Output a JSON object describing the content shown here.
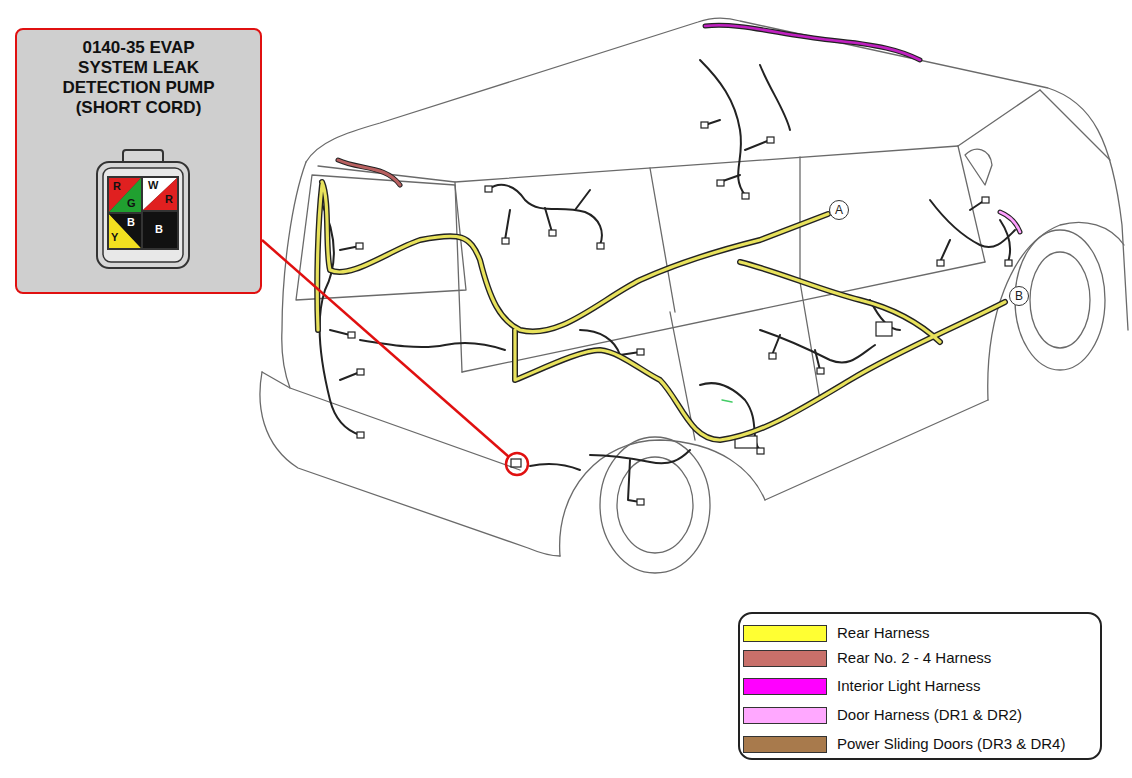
{
  "diagram": {
    "nodes": [
      {
        "text": [
          "0140-35 EVAP SYSTEM LEAK DETECTION PUMP (SHORT CORD)"
        ]
      },
      {
        "text": [
          "A"
        ]
      },
      {
        "text": [
          "B"
        ]
      }
    ],
    "labels": [
      "R",
      "W",
      "R",
      "G",
      "B",
      "Y",
      "B"
    ],
    "legend": [
      {
        "text": "Rear Harness",
        "color": "#ffff33"
      },
      {
        "text": "Rear No. 2 - 4 Harness",
        "color": "#c8706a"
      },
      {
        "text": "Interior Light Harness",
        "color": "#ff00ff"
      },
      {
        "text": "Door Harness (DR1 & DR2)",
        "color": "#ffa8ff"
      },
      {
        "text": "Power Sliding Doors (DR3 & DR4)",
        "color": "#a87a4c"
      }
    ]
  }
}
